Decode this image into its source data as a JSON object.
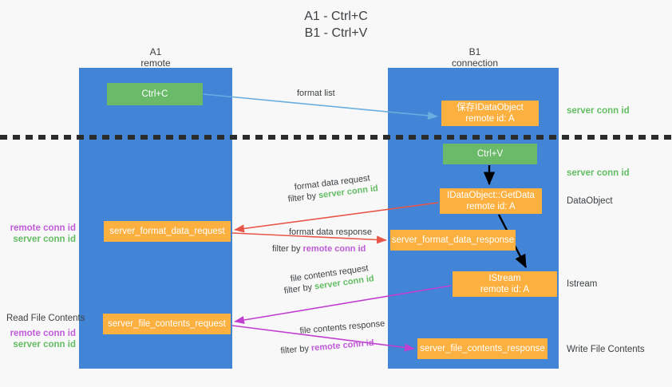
{
  "title": {
    "line1": "A1 - Ctrl+C",
    "line2": "B1 - Ctrl+V"
  },
  "columns": {
    "left": {
      "name": "A1",
      "role": "remote"
    },
    "right": {
      "name": "B1",
      "role": "connection"
    }
  },
  "boxes": {
    "ctrl_c": {
      "label": "Ctrl+C",
      "color": "#6aba6a"
    },
    "ctrl_v": {
      "label": "Ctrl+V",
      "color": "#6aba6a"
    },
    "save_idataobject": {
      "line1": "保存IDataObject",
      "line2": "remote id: A",
      "color": "#fbb040"
    },
    "getdata": {
      "line1": "IDataObject::GetData",
      "line2": "remote id: A",
      "color": "#fbb040"
    },
    "istream": {
      "line1": "IStream",
      "line2": "remote id: A",
      "color": "#fbb040"
    },
    "server_format_data_request": {
      "label": "server_format_data_request",
      "color": "#fbb040"
    },
    "server_format_data_response": {
      "label": "server_format_data_response",
      "color": "#fbb040"
    },
    "server_file_contents_request": {
      "label": "server_file_contents_request",
      "color": "#fbb040"
    },
    "server_file_contents_response": {
      "label": "server_file_contents_response",
      "color": "#fbb040"
    }
  },
  "edge_labels": {
    "format_list": "format list",
    "format_data_request": "format data request",
    "format_data_request_filter_prefix": "filter by ",
    "format_data_request_filter_value": "server conn id",
    "format_data_response": "format data response",
    "format_data_response_filter_prefix": "filter by ",
    "format_data_response_filter_value": "remote conn id",
    "file_contents_request": "file contents request",
    "file_contents_request_filter_prefix": "filter by ",
    "file_contents_request_filter_value": "server conn id",
    "file_contents_response": "file contents response",
    "file_contents_response_filter_prefix": "filter by ",
    "file_contents_response_filter_value": "remote conn id"
  },
  "side_labels": {
    "right": {
      "server_conn_id_top": "server conn id",
      "server_conn_id_mid": "server conn id",
      "dataobject": "DataObject",
      "istream": "Istream",
      "write_file_contents": "Write File Contents"
    },
    "left": {
      "remote_conn_id_1": "remote conn id",
      "server_conn_id_1": "server conn id",
      "read_file_contents": "Read File Contents",
      "remote_conn_id_2": "remote conn id",
      "server_conn_id_2": "server conn id"
    }
  },
  "colors": {
    "panel_blue": "#4285d6",
    "box_orange": "#fbb040",
    "box_green": "#6aba6a",
    "server_conn_green": "#63bd63",
    "remote_conn_purple": "#c05bd8",
    "arrow_lightblue": "#6aaee0",
    "arrow_red": "#e8564a",
    "arrow_magenta": "#c13fd0",
    "arrow_black": "#000000",
    "background": "#f8f8f8",
    "dashed_line": "#2b2b2b"
  }
}
